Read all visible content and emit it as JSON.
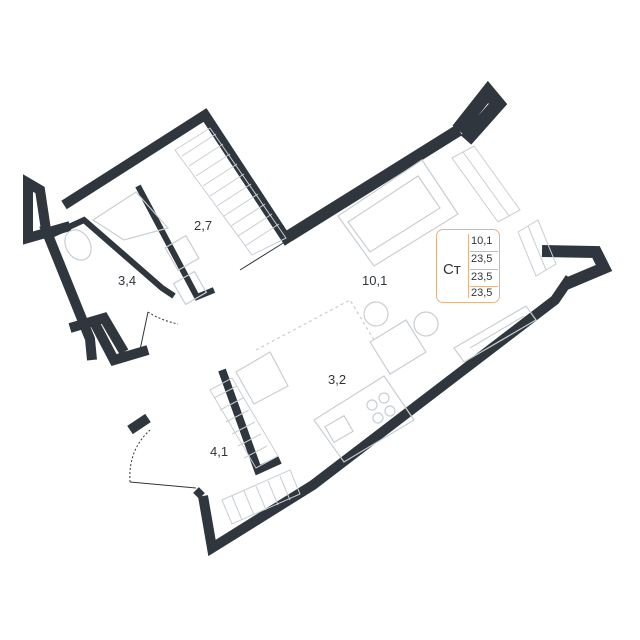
{
  "rooms": {
    "bathroom": "3,4",
    "wardrobe": "2,7",
    "living": "10,1",
    "kitchen": "3,2",
    "hall": "4,1"
  },
  "info": {
    "type": "Ст",
    "values": [
      "10,1",
      "23,5",
      "23,5",
      "23,5"
    ]
  },
  "colors": {
    "wall": "#2f363d",
    "accent": "#e3b48a",
    "furniture": "#c9ced3"
  }
}
